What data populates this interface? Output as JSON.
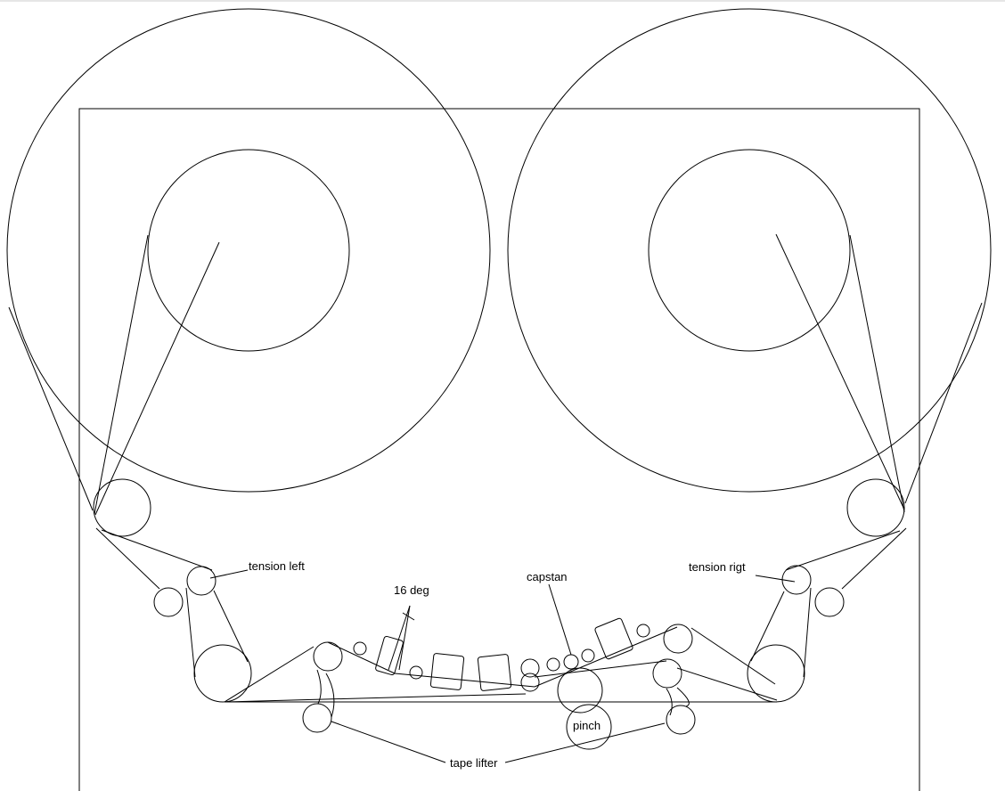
{
  "diagram": {
    "labels": {
      "tension_left": "tension left",
      "tension_right": "tension rigt",
      "angle": "16 deg",
      "capstan": "capstan",
      "pinch": "pinch",
      "tape_lifter": "tape lifter"
    },
    "colors": {
      "line": "#000000",
      "background": "#ffffff"
    }
  }
}
